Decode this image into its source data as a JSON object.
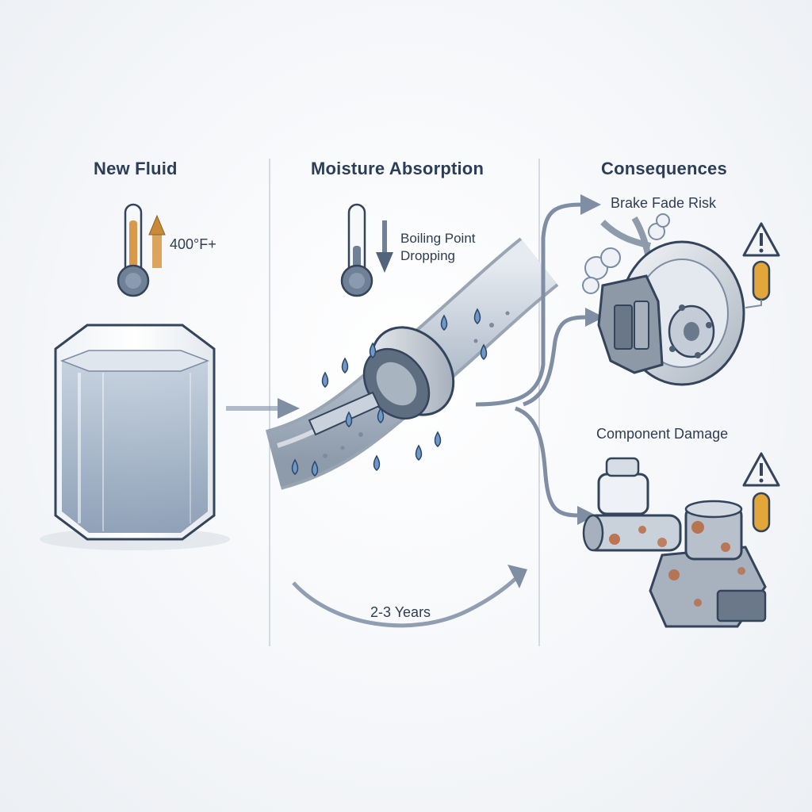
{
  "stages": {
    "new_fluid": {
      "heading": "New Fluid",
      "temperature": "400°F+"
    },
    "moisture": {
      "heading": "Moisture Absorption",
      "boiling_line1": "Boiling Point",
      "boiling_line2": "Dropping"
    },
    "consequences": {
      "heading": "Consequences",
      "brake_fade": "Brake Fade Risk",
      "component_damage": "Component Damage"
    }
  },
  "timeline": {
    "label": "2-3 Years"
  },
  "colors": {
    "text": "#2c3e57",
    "arrow": "#7f8ea3",
    "warning_fill": "#f3f4f6",
    "indicator_amber": "#e3a63b",
    "thermo_hot": "#d89a4a",
    "thermo_cool": "#6f8196",
    "fluid": "#8fa4bd",
    "rust": "#b8653a"
  },
  "icons": [
    "thermometer-icon",
    "up-arrow-icon",
    "down-arrow-icon",
    "warning-icon",
    "water-drop-icon",
    "flow-arrow-icon"
  ]
}
